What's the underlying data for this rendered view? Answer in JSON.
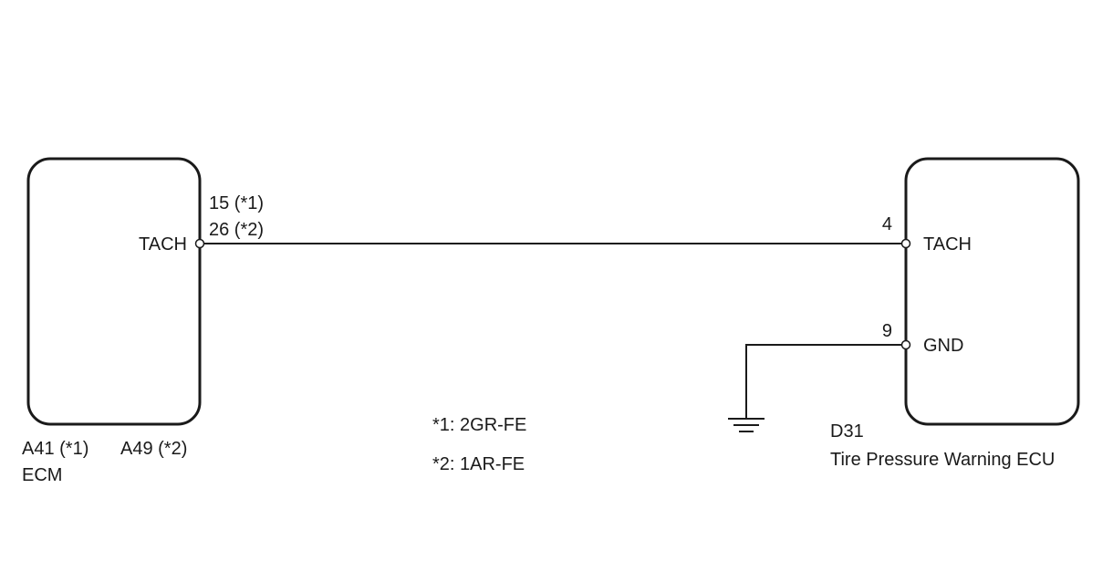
{
  "ecm": {
    "connector_1": "A41 (*1)",
    "connector_2": "A49 (*2)",
    "name": "ECM",
    "terminal_label": "TACH",
    "pin_1": "15 (*1)",
    "pin_2": "26 (*2)"
  },
  "ecu": {
    "connector": "D31",
    "name": "Tire Pressure Warning ECU",
    "tach": {
      "pin": "4",
      "label": "TACH"
    },
    "gnd": {
      "pin": "9",
      "label": "GND"
    }
  },
  "notes": [
    "*1: 2GR-FE",
    "*2: 1AR-FE"
  ]
}
